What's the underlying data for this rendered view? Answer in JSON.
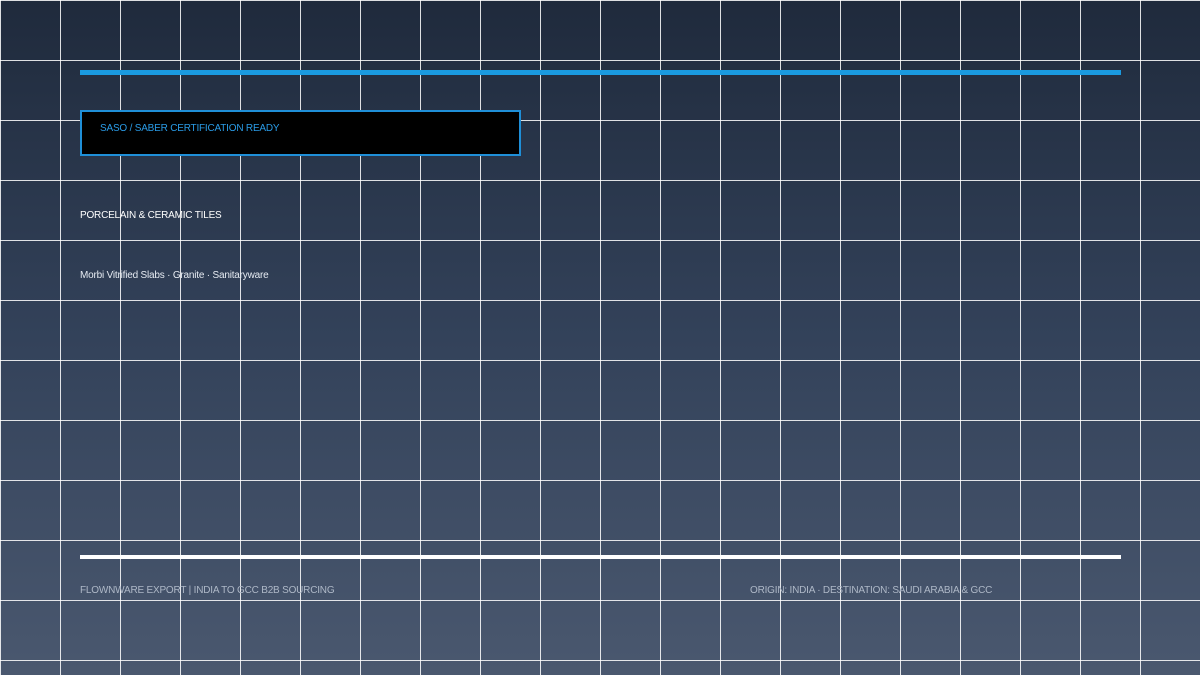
{
  "colors": {
    "accent": "#1a9ae0",
    "background_top": "#1f2a3c",
    "background_bottom": "#4a586f",
    "badge_background": "#000000",
    "grid_line": "#ffffff"
  },
  "badge": {
    "text": "SASO / SABER CERTIFICATION READY"
  },
  "headline": "PORCELAIN & CERAMIC TILES",
  "subline": "Morbi Vitrified Slabs · Granite · Sanitaryware",
  "footer": {
    "left": "FLOWNWARE EXPORT | INDIA TO GCC B2B SOURCING",
    "right": "ORIGIN: INDIA · DESTINATION: SAUDI ARABIA & GCC"
  }
}
